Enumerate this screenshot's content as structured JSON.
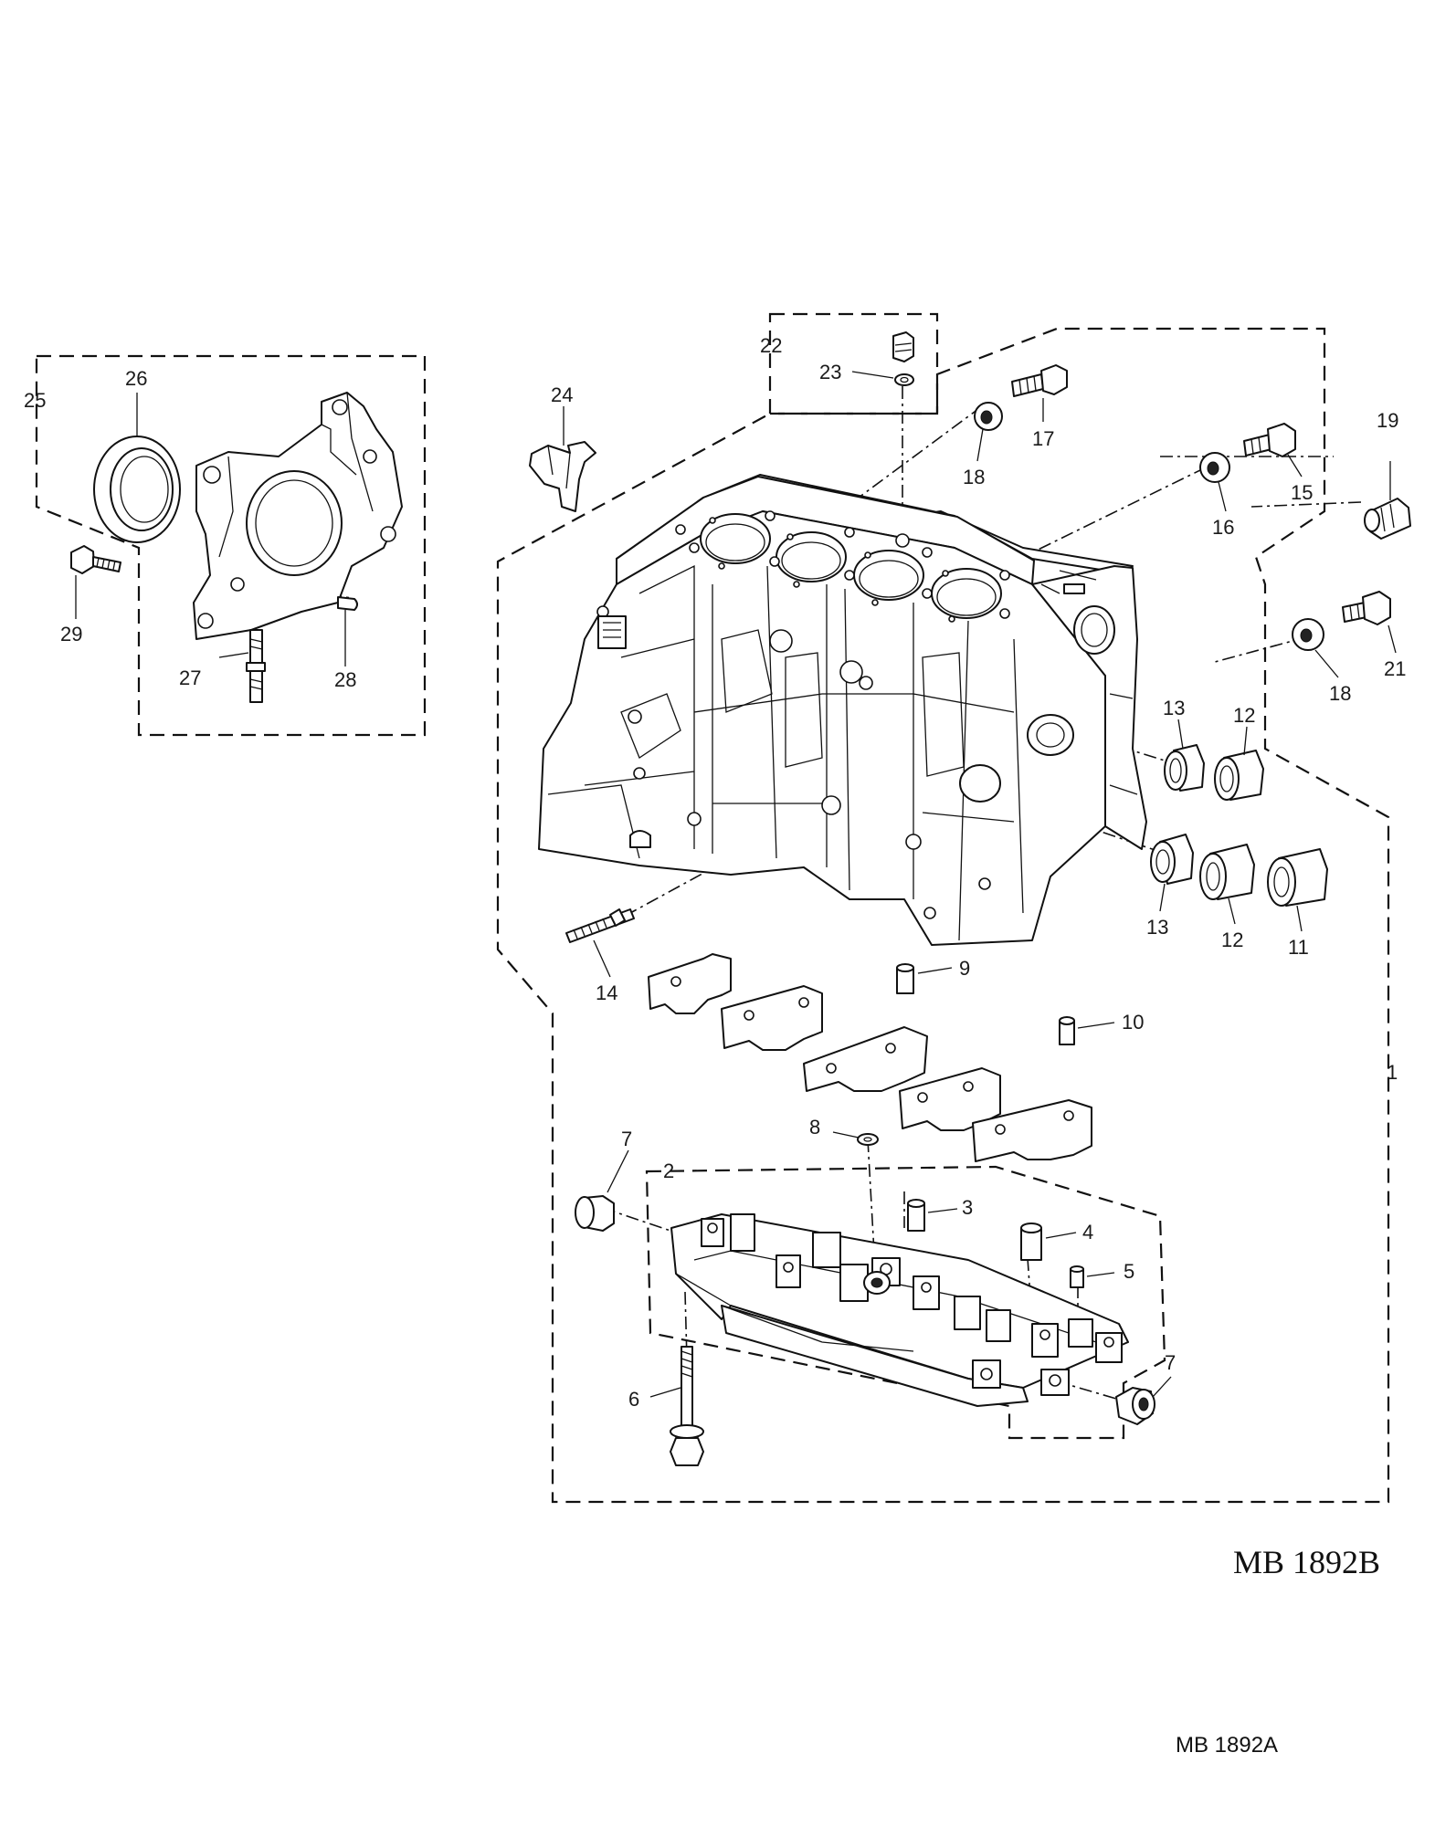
{
  "callouts": {
    "c1": "1",
    "c2": "2",
    "c3": "3",
    "c4": "4",
    "c5": "5",
    "c6": "6",
    "c7a": "7",
    "c7b": "7",
    "c8": "8",
    "c9": "9",
    "c10": "10",
    "c11": "11",
    "c12a": "12",
    "c12b": "12",
    "c13a": "13",
    "c13b": "13",
    "c14": "14",
    "c15": "15",
    "c16": "16",
    "c17": "17",
    "c18a": "18",
    "c18b": "18",
    "c19": "19",
    "c21": "21",
    "c22": "22",
    "c23": "23",
    "c24": "24",
    "c25": "25",
    "c26": "26",
    "c27": "27",
    "c28": "28",
    "c29": "29"
  },
  "references": {
    "primary": "MB 1892B",
    "secondary": "MB 1892A"
  }
}
